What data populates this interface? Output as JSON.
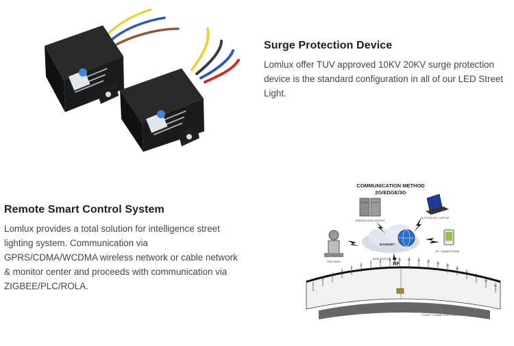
{
  "surge": {
    "title": "Surge Protection Device",
    "description": "Lomlux offer TUV approved 10KV 20KV surge protection device is the standard configuration in all of our LED Street Light."
  },
  "remote": {
    "title": "Remote Smart Control System",
    "description": "Lomlux provides a total solution for intelligence street lighting system. Communication via GPRS/CDMA/WCDMA wireless network or cable network & monitor center and proceeds with communication via ZIGBEE/PLC/ROLA."
  },
  "diagram": {
    "title": "COMMUNICATION METHOD",
    "subtitle": "2G/EDGE/3G",
    "server_label": "SERVER DATA CENTER",
    "notebook_label": "NOTE BOOK / LAPTOP",
    "internet_label": "INTERNET",
    "phone_label": "HP / SMARTPHONE",
    "provider_label": "PROVIDER",
    "base_label": "BASE STATION",
    "rf_label": "RF",
    "client_label": "CLIENT TO BASE STATION BY RF",
    "lamp_numbers": [
      "1",
      "2",
      "3",
      "4",
      "5",
      "6",
      "7",
      "8",
      "9",
      "10",
      "11",
      "12",
      "13",
      "14",
      "15",
      "16",
      "17",
      "18",
      "19",
      "20"
    ]
  },
  "colors": {
    "device_body": "#1b1b1b",
    "wire_yellow": "#e8d23a",
    "wire_blue": "#2f57b8",
    "wire_brown": "#8a5a3a",
    "wire_red": "#c8302a",
    "globe": "#2d6fc4"
  }
}
